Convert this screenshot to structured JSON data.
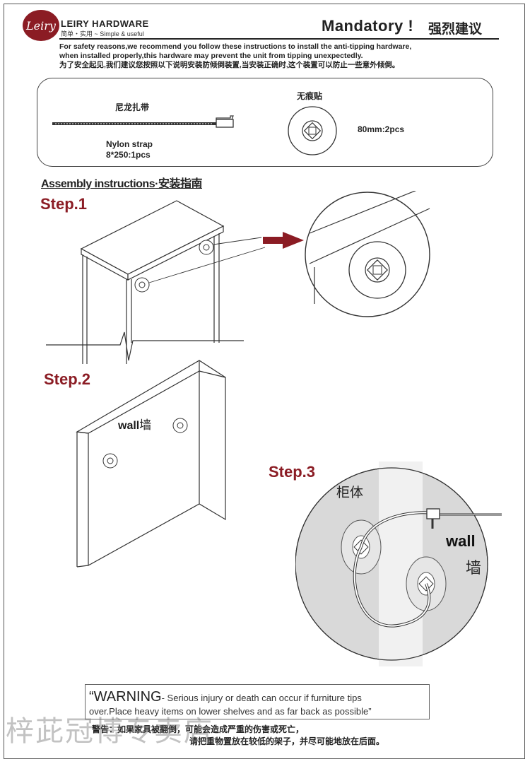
{
  "header": {
    "logo_text": "Leiry",
    "brand": "LEIRY HARDWARE",
    "brand_sub": "简单・实用 ~ Simple & useful",
    "mandatory_en": "Mandatory !",
    "mandatory_cn": "强烈建议"
  },
  "intro": {
    "line1": "For safety reasons,we recommend you follow these instructions to install the anti-tipping hardware,",
    "line2": "when installed properly,this hardware may prevent the unit from tipping unexpectedly.",
    "line3": "为了安全起见,我们建议您按照以下说明安装防倾倒装置,当安装正确时,这个装置可以防止一些意外倾倒。"
  },
  "parts": {
    "strap_cn": "尼龙扎带",
    "strap_en": "Nylon strap",
    "strap_qty": "8*250:1pcs",
    "pad_cn": "无痕贴",
    "pad_qty": "80mm:2pcs"
  },
  "assembly": {
    "title_en": "Assembly instructions",
    "title_cn": "·安装指南",
    "step1": "Step.1",
    "step2": "Step.2",
    "step3": "Step.3",
    "wall_en": "wall",
    "wall_cn": "墙",
    "cabinet_cn": "柜体"
  },
  "warning": {
    "lead": "“WARNING",
    "text1": "- Serious injury or death can occur if furniture tips",
    "text2": "over.Place heavy items on lower shelves and as far back as possible”",
    "cn1": "警告：如果家具被翻倒，可能会造成严重的伤害或死亡，",
    "cn2": "请把重物置放在较低的架子，并尽可能地放在后面。"
  },
  "watermark": "梓茈冠博专卖店",
  "colors": {
    "accent": "#8b1c24",
    "ink": "#222222"
  }
}
